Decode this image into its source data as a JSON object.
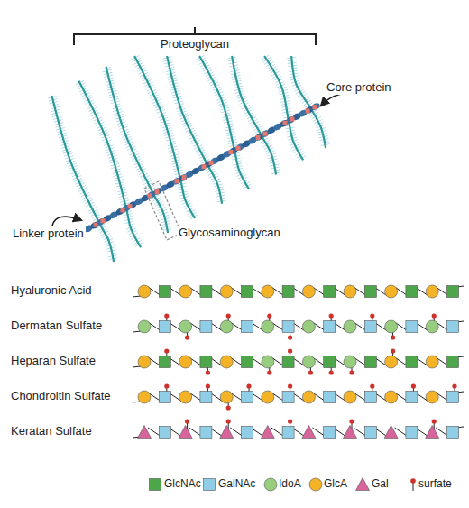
{
  "diagram": {
    "labels": [
      "Proteoglycan",
      "Core protein",
      "Linker protein",
      "Glycosaminoglycan",
      "Hyaluronic Acid",
      "Dermatan Sulfate",
      "Heparan Sulfate",
      "Chondroitin Sulfate",
      "Keratan Sulfate"
    ],
    "legend": [
      {
        "text": "GlcNAc",
        "color": "#4ea64b"
      },
      {
        "text": "GalNAc",
        "color": "#90cde6"
      },
      {
        "text": "IdoA",
        "color": "#98cc7e"
      },
      {
        "text": "GlcA",
        "color": "#f4b226"
      },
      {
        "text": "Gal",
        "color": "#d8649c"
      },
      {
        "text": "surfate"
      }
    ]
  }
}
